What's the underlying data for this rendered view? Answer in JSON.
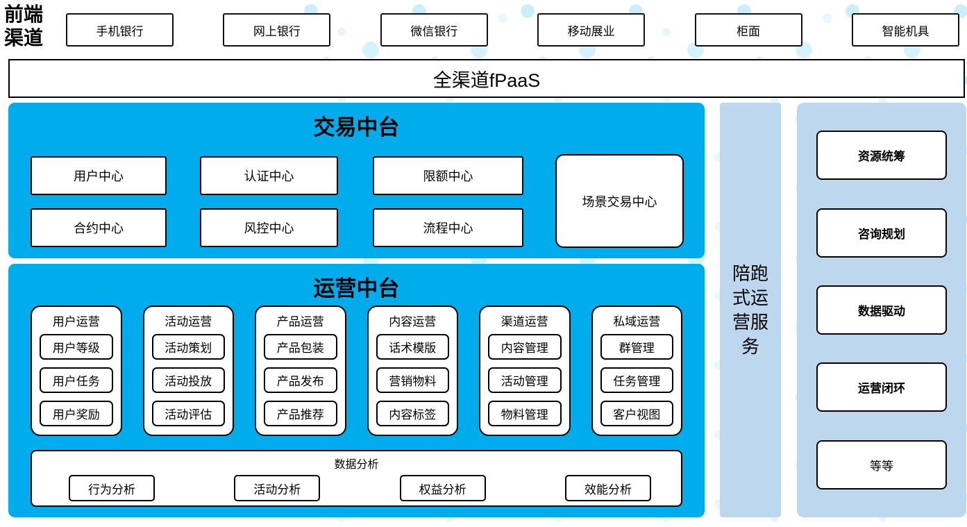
{
  "colors": {
    "primary_blue": "#00ACEC",
    "light_blue": "#BDD7EE",
    "dot_blue": "#CBEAF8",
    "box_border": "#000000"
  },
  "front_channels": {
    "label": "前端渠道",
    "items": [
      "手机银行",
      "网上银行",
      "微信银行",
      "移动展业",
      "柜面",
      "智能机具"
    ]
  },
  "fpaas": {
    "label": "全渠道fPaaS"
  },
  "trade": {
    "title": "交易中台",
    "centers": [
      "用户中心",
      "认证中心",
      "限额中心",
      "合约中心",
      "风控中心",
      "流程中心"
    ],
    "scene_center": "场景交易中心"
  },
  "ops": {
    "title": "运营中台",
    "columns": [
      {
        "title": "用户运营",
        "items": [
          "用户等级",
          "用户任务",
          "用户奖励"
        ]
      },
      {
        "title": "活动运营",
        "items": [
          "活动策划",
          "活动投放",
          "活动评估"
        ]
      },
      {
        "title": "产品运营",
        "items": [
          "产品包装",
          "产品发布",
          "产品推荐"
        ]
      },
      {
        "title": "内容运营",
        "items": [
          "话术模版",
          "营销物料",
          "内容标签"
        ]
      },
      {
        "title": "渠道运营",
        "items": [
          "内容管理",
          "活动管理",
          "物料管理"
        ]
      },
      {
        "title": "私域运营",
        "items": [
          "群管理",
          "任务管理",
          "客户视图"
        ]
      }
    ],
    "data_analysis": {
      "title": "数据分析",
      "items": [
        "行为分析",
        "活动分析",
        "权益分析",
        "效能分析"
      ]
    }
  },
  "side_strip": {
    "label": "陪跑式运营服务"
  },
  "right_panel": {
    "items": [
      {
        "label": "资源统筹"
      },
      {
        "label": "咨询规划"
      },
      {
        "label": "数据驱动"
      },
      {
        "label": "运营闭环"
      },
      {
        "label": "等等"
      }
    ]
  }
}
